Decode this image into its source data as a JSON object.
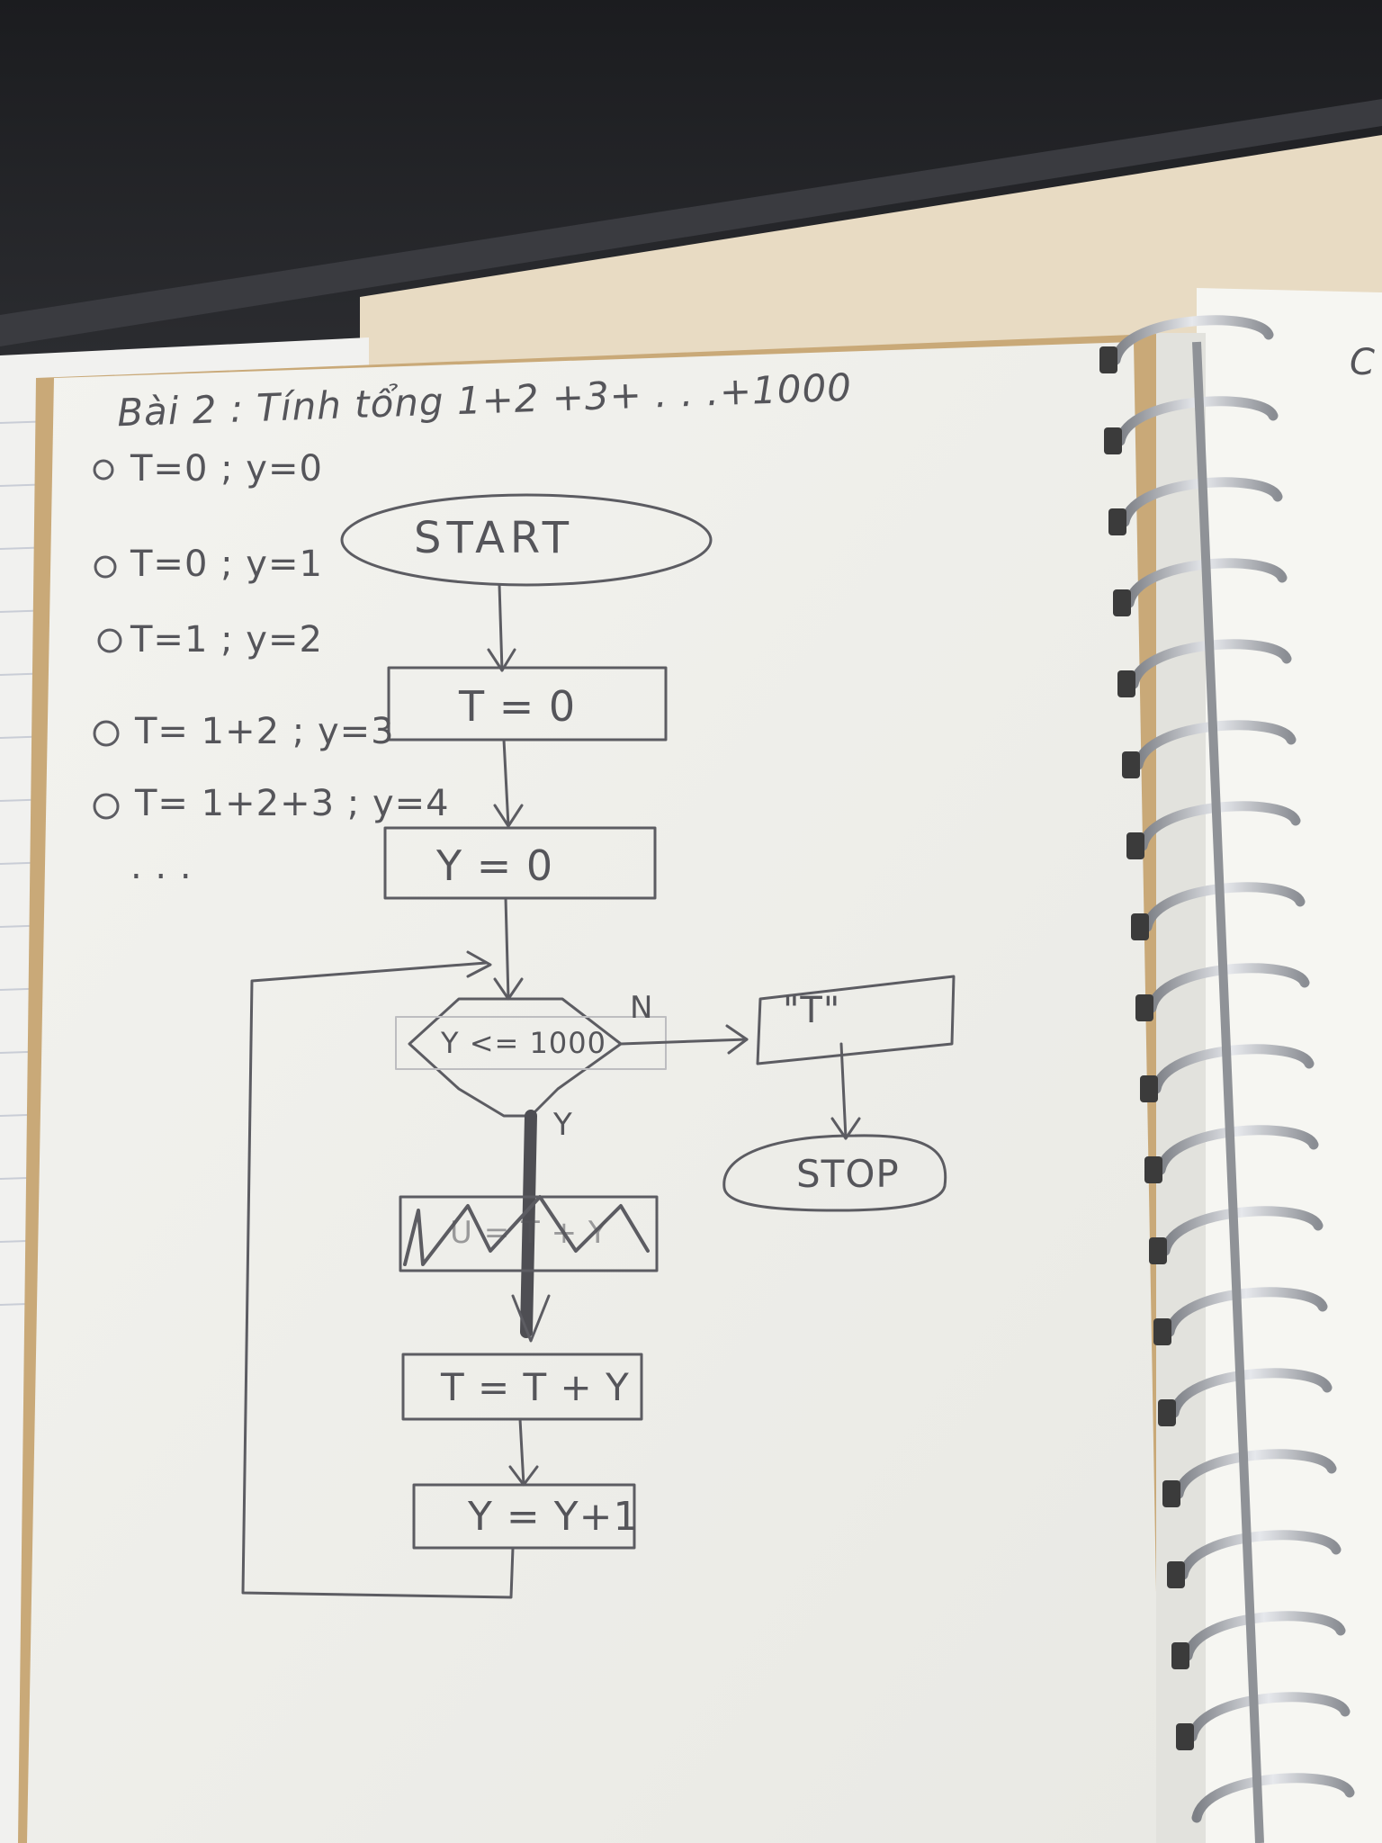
{
  "notebook": {
    "heading": "Bài 2 : Tính tổng 1+2 +3+ . . .+1000",
    "trace_lines": [
      "T=0 ; y=0",
      "T=0 ; y=1",
      "T=1 ; y=2",
      "T= 1+2 ; y=3",
      "T= 1+2+3 ; y=4",
      ". . ."
    ],
    "flowchart": {
      "start_label": "START",
      "init_t_label": "T = 0",
      "init_y_label": "Y = 0",
      "condition_label": "Y <= 1000",
      "no_branch_label": "N",
      "yes_branch_label": "Y",
      "output_label": "\"T\"",
      "stop_label": "STOP",
      "struck_box_label": "U = T + Y",
      "update_t_label": "T = T + Y",
      "update_y_label": "Y = Y+1"
    },
    "right_page_edge_text": "C"
  },
  "colors": {
    "paper": "#f4f4f0",
    "pencil": "#55555a",
    "desk_wood": "#e9dcc4",
    "laptop_dark": "#1e1f22",
    "ring_metal": "#b9bcc1"
  }
}
